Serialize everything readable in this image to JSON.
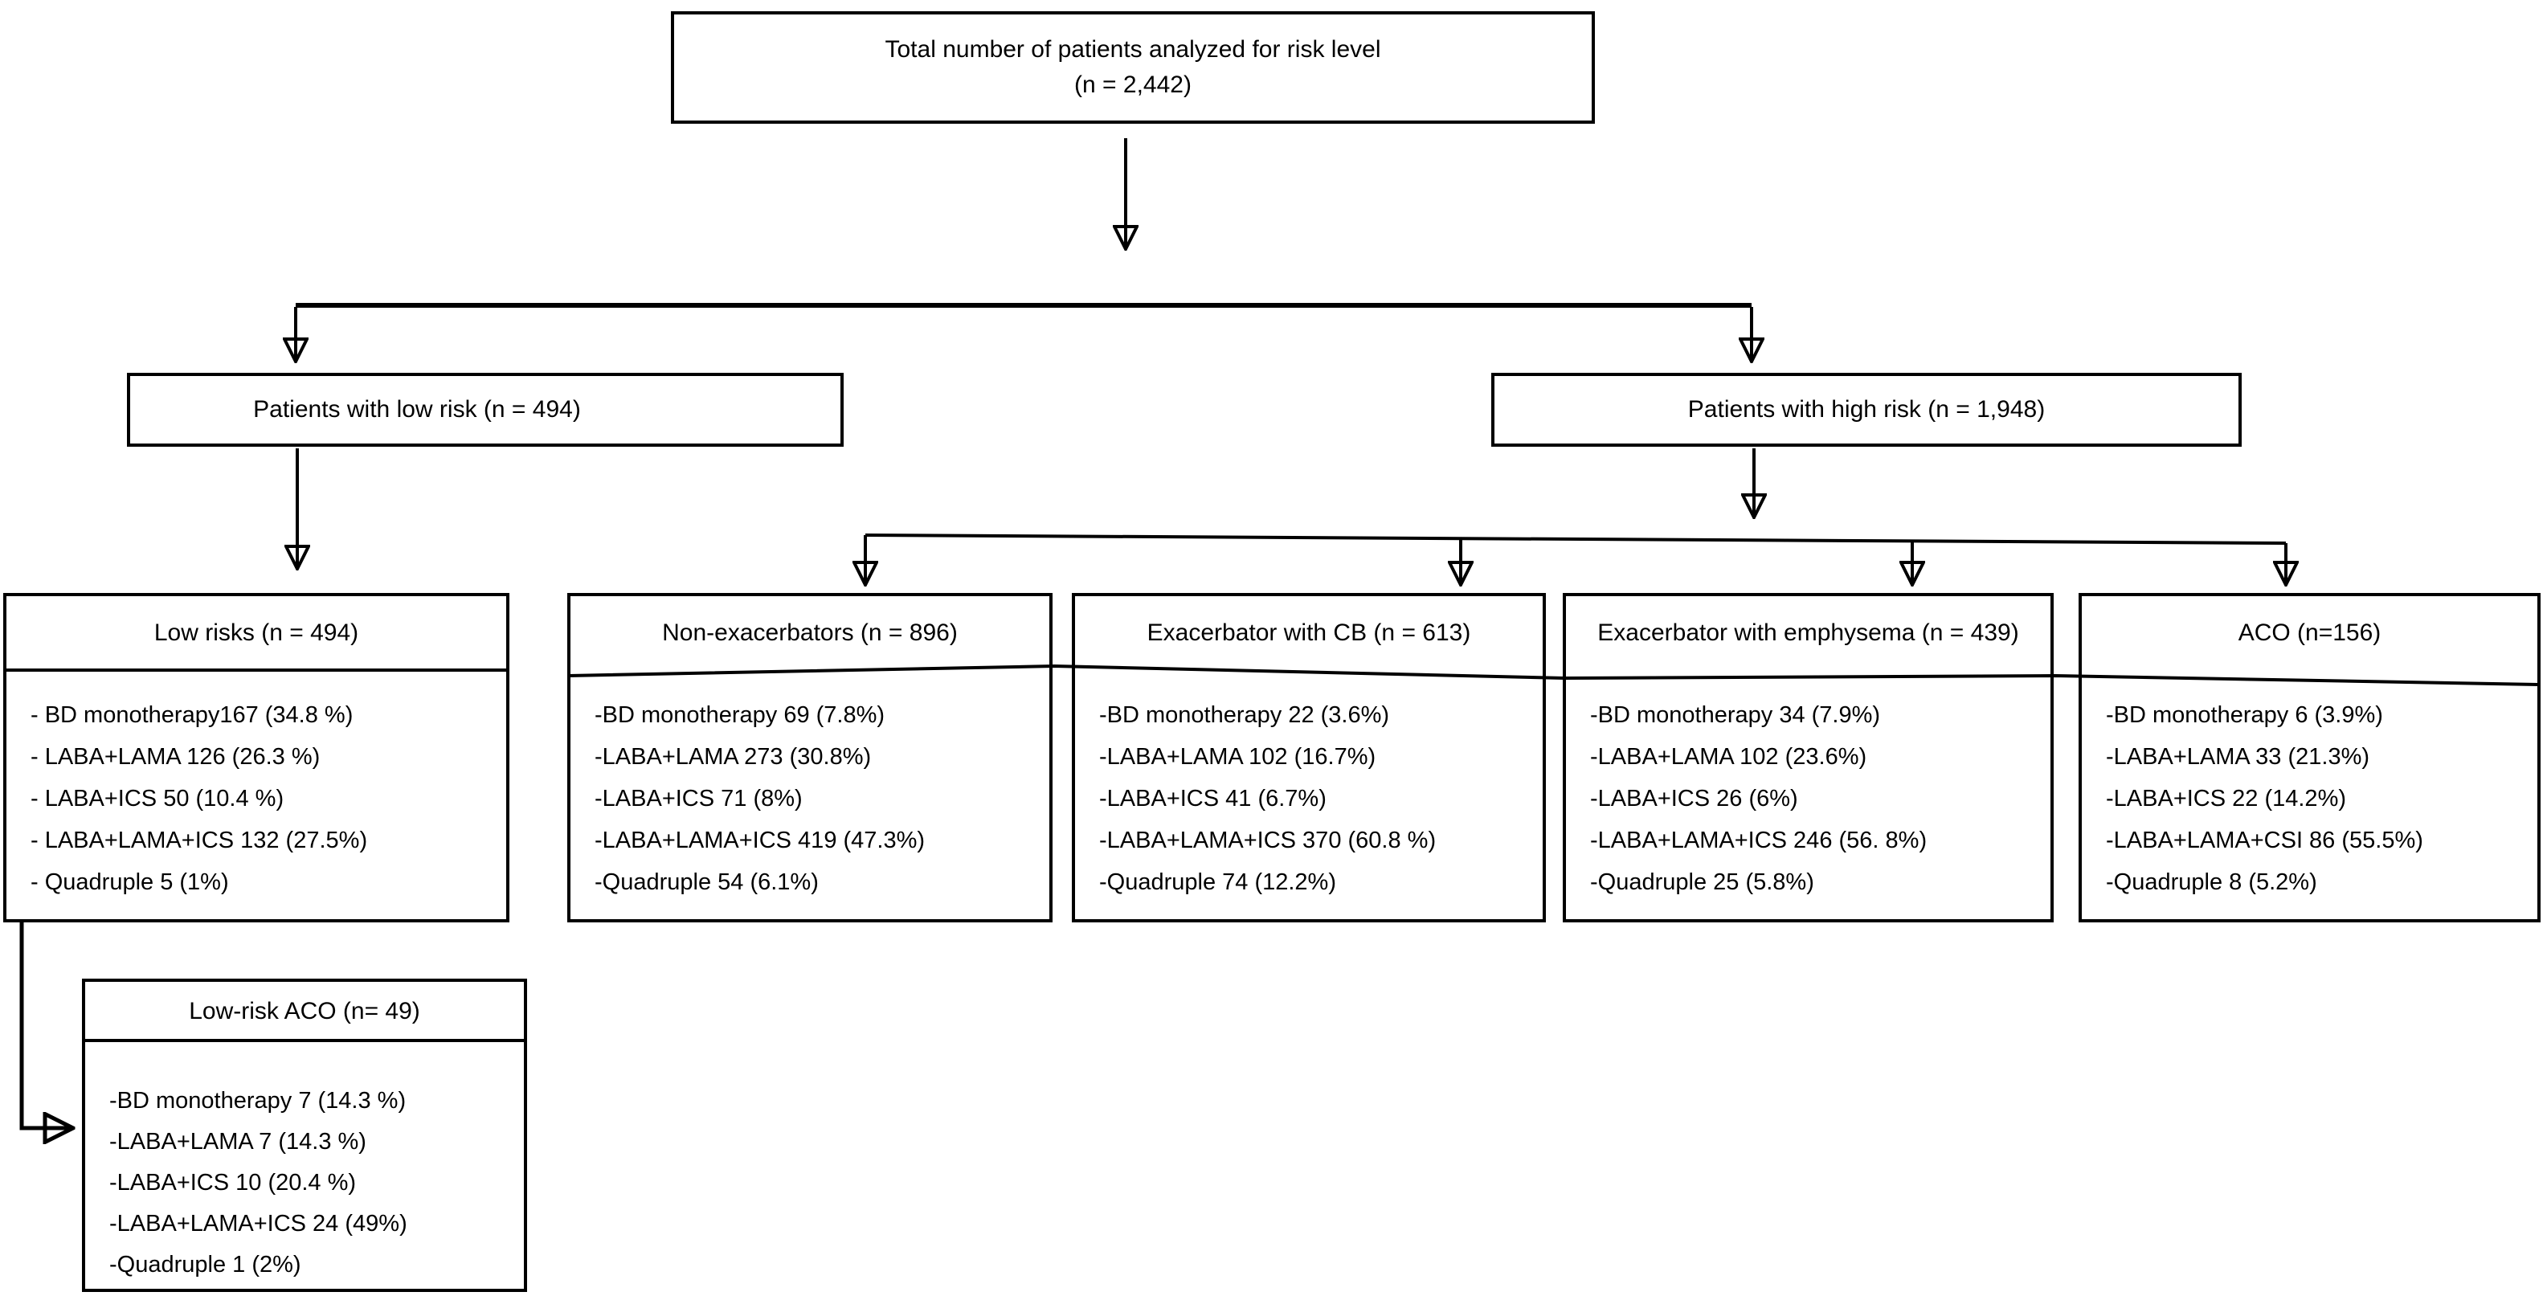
{
  "page": {
    "background_color": "#ffffff",
    "line_color": "#000000",
    "text_color": "#000000"
  },
  "root": {
    "line1": "Total number of patients analyzed for risk level",
    "line2": "(n = 2,442)"
  },
  "risk_nodes": {
    "low": {
      "label": "Patients with low risk (n = 494)"
    },
    "high": {
      "label": "Patients with high risk (n = 1,948)"
    }
  },
  "groups": [
    {
      "title": "Low risks (n = 494)",
      "items": [
        "- BD monotherapy167 (34.8 %)",
        "- LABA+LAMA 126 (26.3 %)",
        "- LABA+ICS 50 (10.4 %)",
        "- LABA+LAMA+ICS 132 (27.5%)",
        "- Quadruple 5 (1%)"
      ]
    },
    {
      "title": "Non-exacerbators (n = 896)",
      "items": [
        "-BD monotherapy 69 (7.8%)",
        "-LABA+LAMA 273 (30.8%)",
        "-LABA+ICS 71 (8%)",
        "-LABA+LAMA+ICS 419 (47.3%)",
        "-Quadruple 54 (6.1%)"
      ]
    },
    {
      "title": "Exacerbator with CB (n = 613)",
      "items": [
        "-BD monotherapy 22 (3.6%)",
        "-LABA+LAMA 102 (16.7%)",
        "-LABA+ICS 41 (6.7%)",
        "-LABA+LAMA+ICS 370 (60.8 %)",
        "-Quadruple 74 (12.2%)"
      ]
    },
    {
      "title": "Exacerbator with emphysema (n = 439)",
      "items": [
        "-BD monotherapy 34 (7.9%)",
        "-LABA+LAMA 102 (23.6%)",
        "-LABA+ICS 26 (6%)",
        "-LABA+LAMA+ICS 246 (56. 8%)",
        "-Quadruple 25 (5.8%)"
      ]
    },
    {
      "title": "ACO (n=156)",
      "items": [
        "-BD monotherapy 6 (3.9%)",
        "-LABA+LAMA 33 (21.3%)",
        "-LABA+ICS 22 (14.2%)",
        "-LABA+LAMA+CSI 86 (55.5%)",
        "-Quadruple 8 (5.2%)"
      ]
    },
    {
      "title": "Low-risk ACO (n= 49)",
      "items": [
        "-BD monotherapy 7 (14.3 %)",
        "-LABA+LAMA 7 (14.3 %)",
        "-LABA+ICS 10 (20.4 %)",
        "-LABA+LAMA+ICS 24 (49%)",
        "-Quadruple 1 (2%)"
      ]
    }
  ]
}
